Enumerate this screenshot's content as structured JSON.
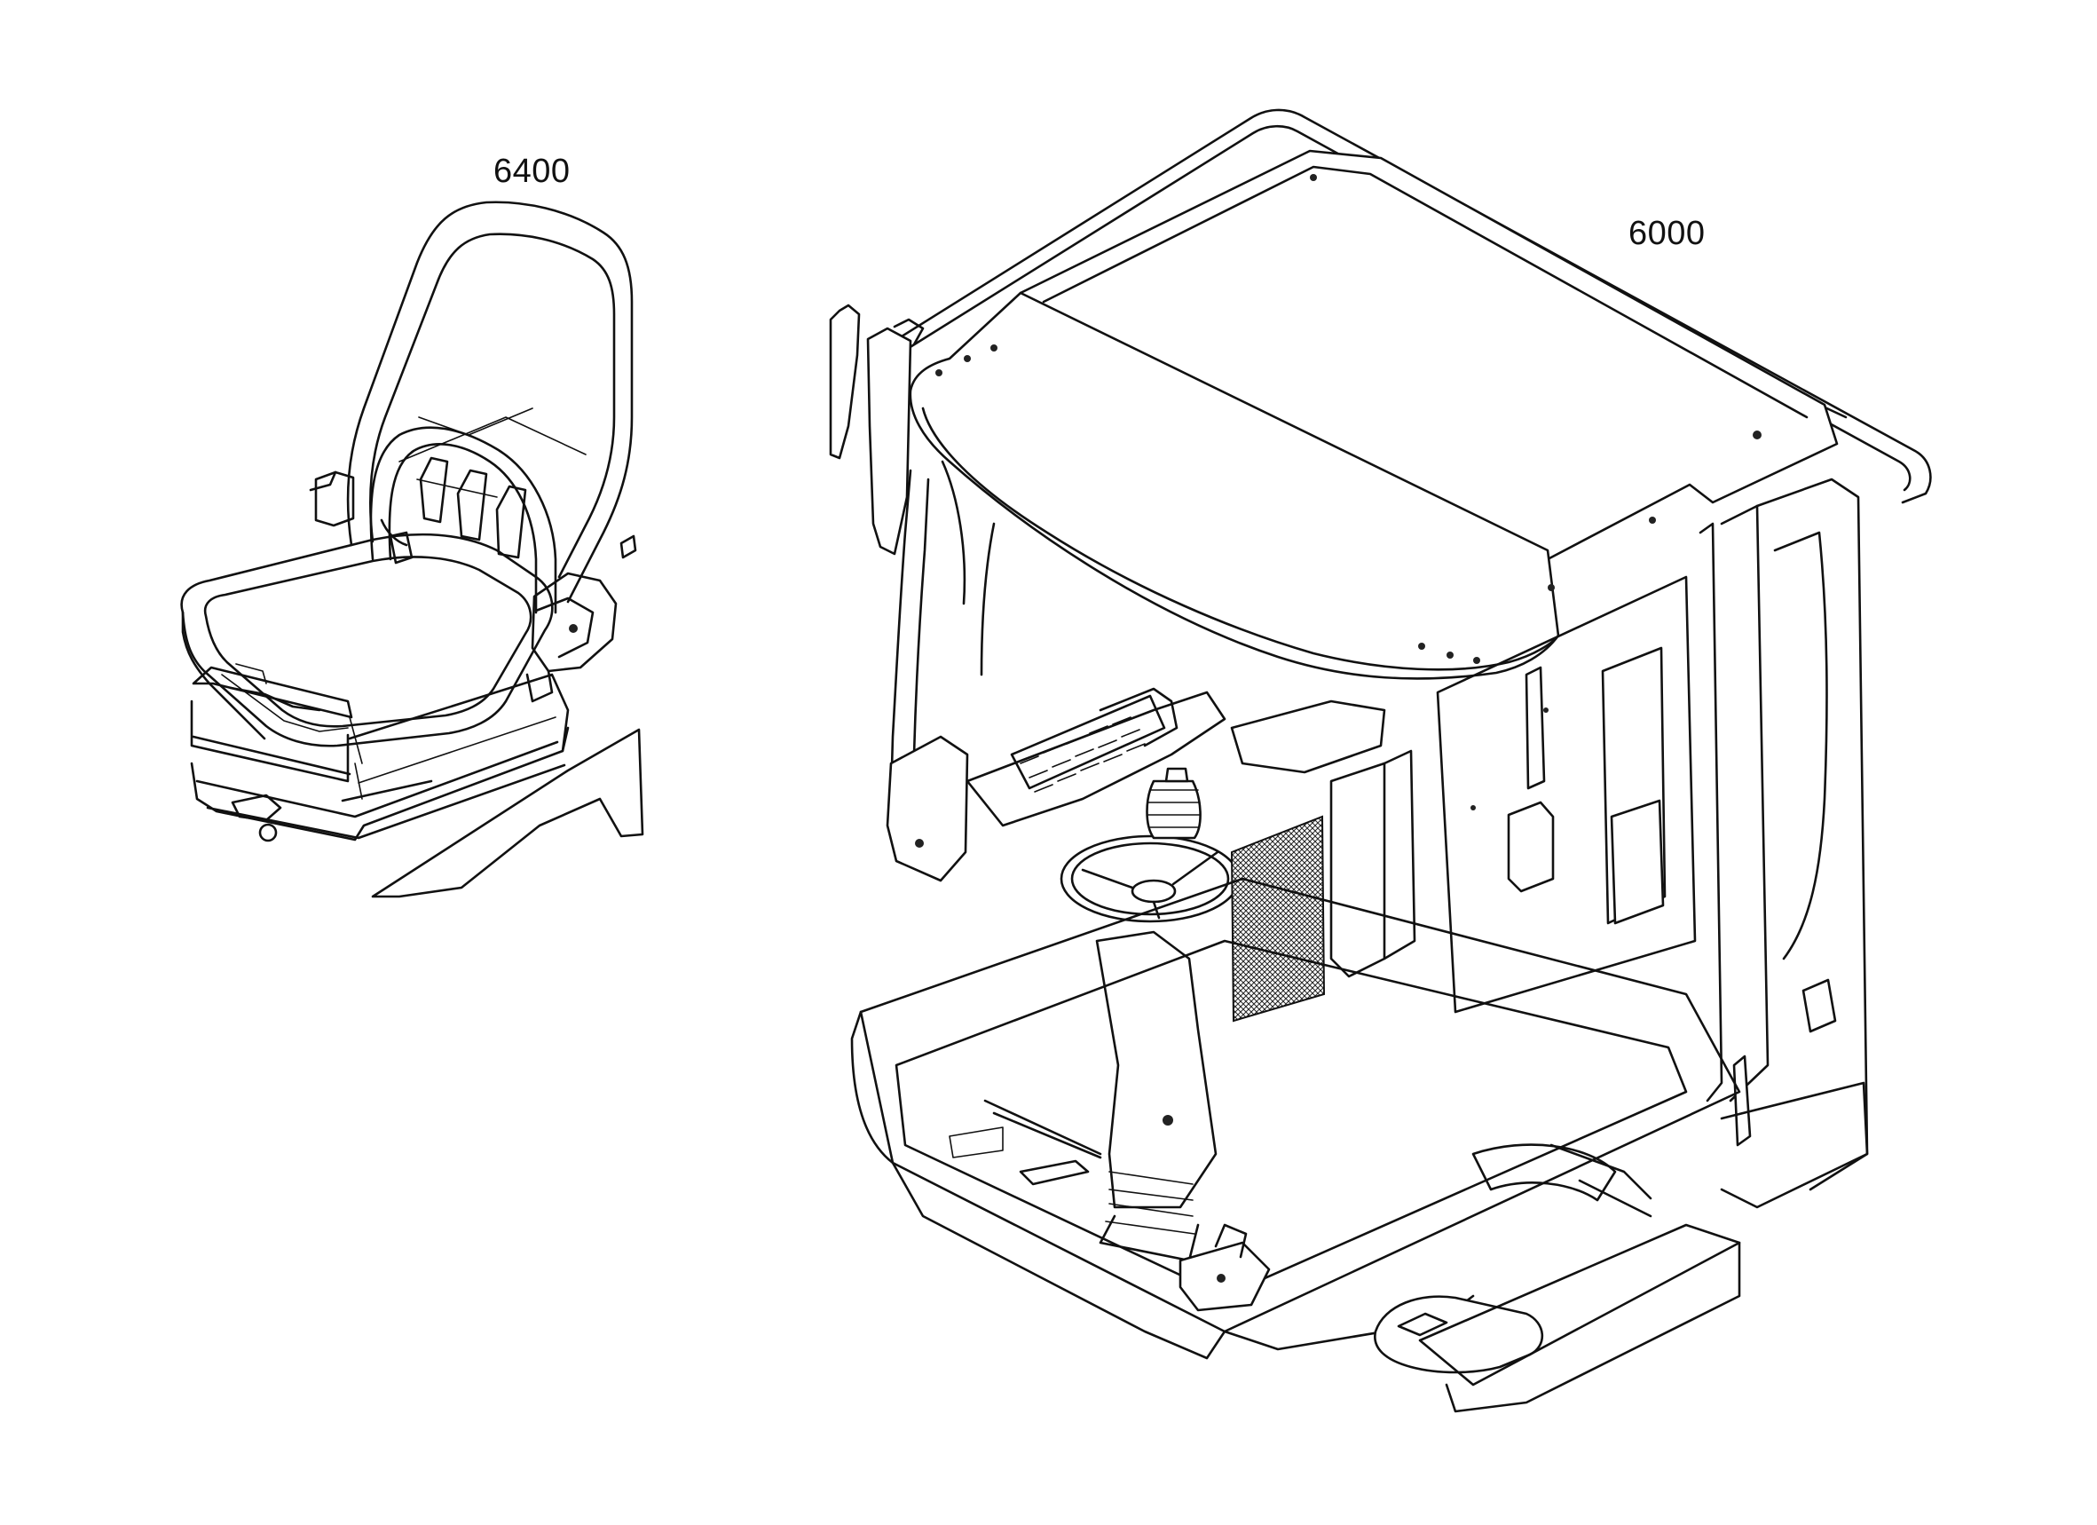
{
  "figure": {
    "callouts": {
      "seat": "6400",
      "cab": "6000"
    },
    "parts": {
      "seat_icon": "operator-seat",
      "cab_icon": "operator-cab"
    }
  }
}
